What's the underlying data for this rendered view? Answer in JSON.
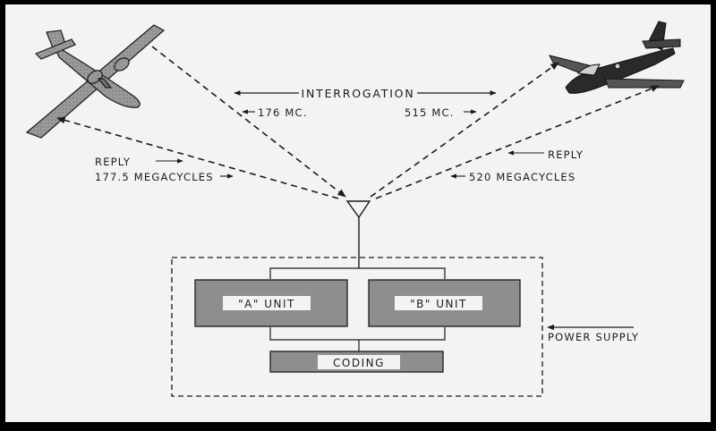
{
  "labels": {
    "interrogation": "INTERROGATION",
    "left_interrogation_freq": "176 MC.",
    "right_interrogation_freq": "515 MC.",
    "left_reply": "REPLY",
    "left_reply_freq": "177.5 MEGACYCLES",
    "right_reply": "REPLY",
    "right_reply_freq": "520 MEGACYCLES",
    "unit_a": "\"A\"  UNIT",
    "unit_b": "\"B\"  UNIT",
    "coding": "CODING",
    "power_supply": "POWER SUPPLY"
  },
  "colors": {
    "background": "#f3f3f1",
    "ink": "#1b1b1b",
    "unit_fill": "#8e8e8c",
    "plane_left": "#9a9a98",
    "plane_right": "#2a2a2a"
  }
}
